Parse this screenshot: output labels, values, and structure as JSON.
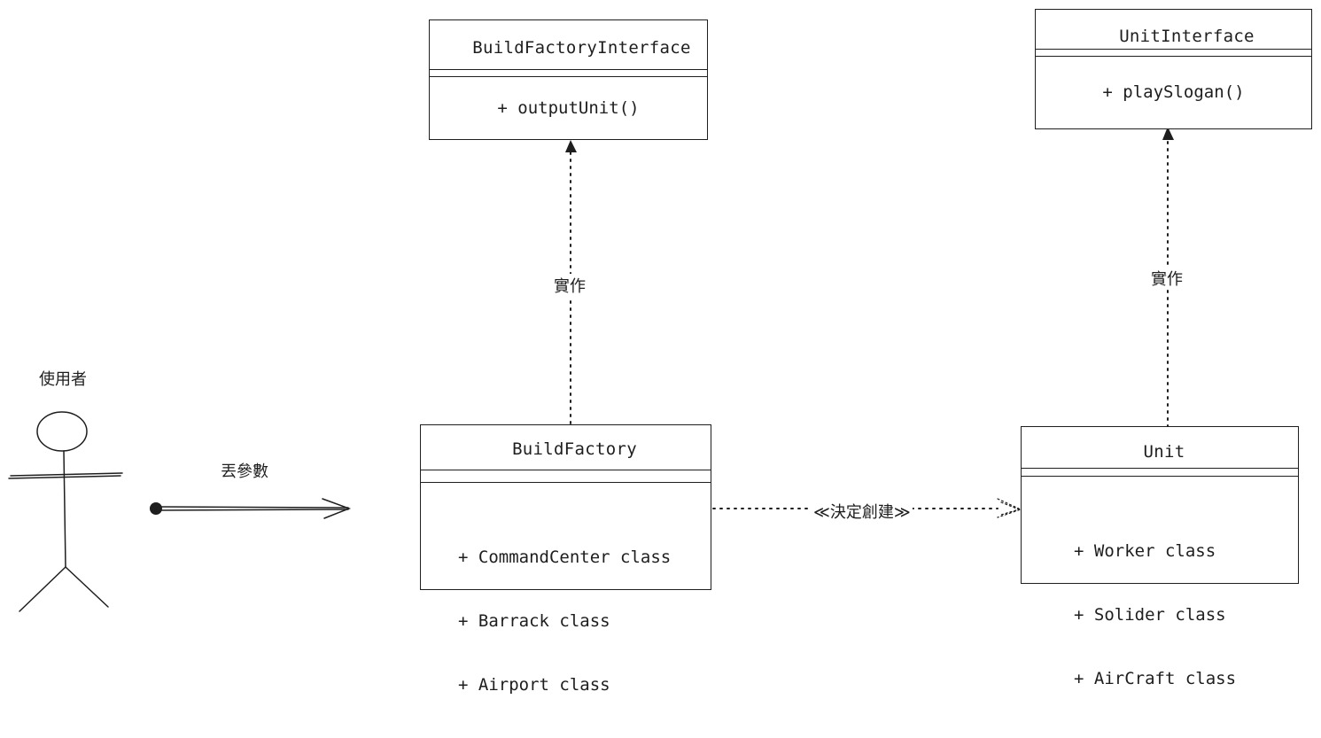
{
  "actor": {
    "label": "使用者"
  },
  "arrows": {
    "pass_params_label": "丟參數",
    "decide_create_label": "≪決定創建≫",
    "implements_label_left": "實作",
    "implements_label_right": "實作"
  },
  "boxes": {
    "build_factory_interface": {
      "name": "BuildFactoryInterface",
      "methods": [
        "+ outputUnit()"
      ]
    },
    "unit_interface": {
      "name": "UnitInterface",
      "methods": [
        "+ playSlogan()"
      ]
    },
    "build_factory": {
      "name": "BuildFactory",
      "members": [
        "+ CommandCenter class",
        "+ Barrack class",
        "+ Airport class"
      ]
    },
    "unit": {
      "name": "Unit",
      "members": [
        "+ Worker class",
        "+ Solider class",
        "+ AirCraft class"
      ]
    }
  },
  "colors": {
    "stroke": "#1e1e1e",
    "background": "#ffffff"
  }
}
